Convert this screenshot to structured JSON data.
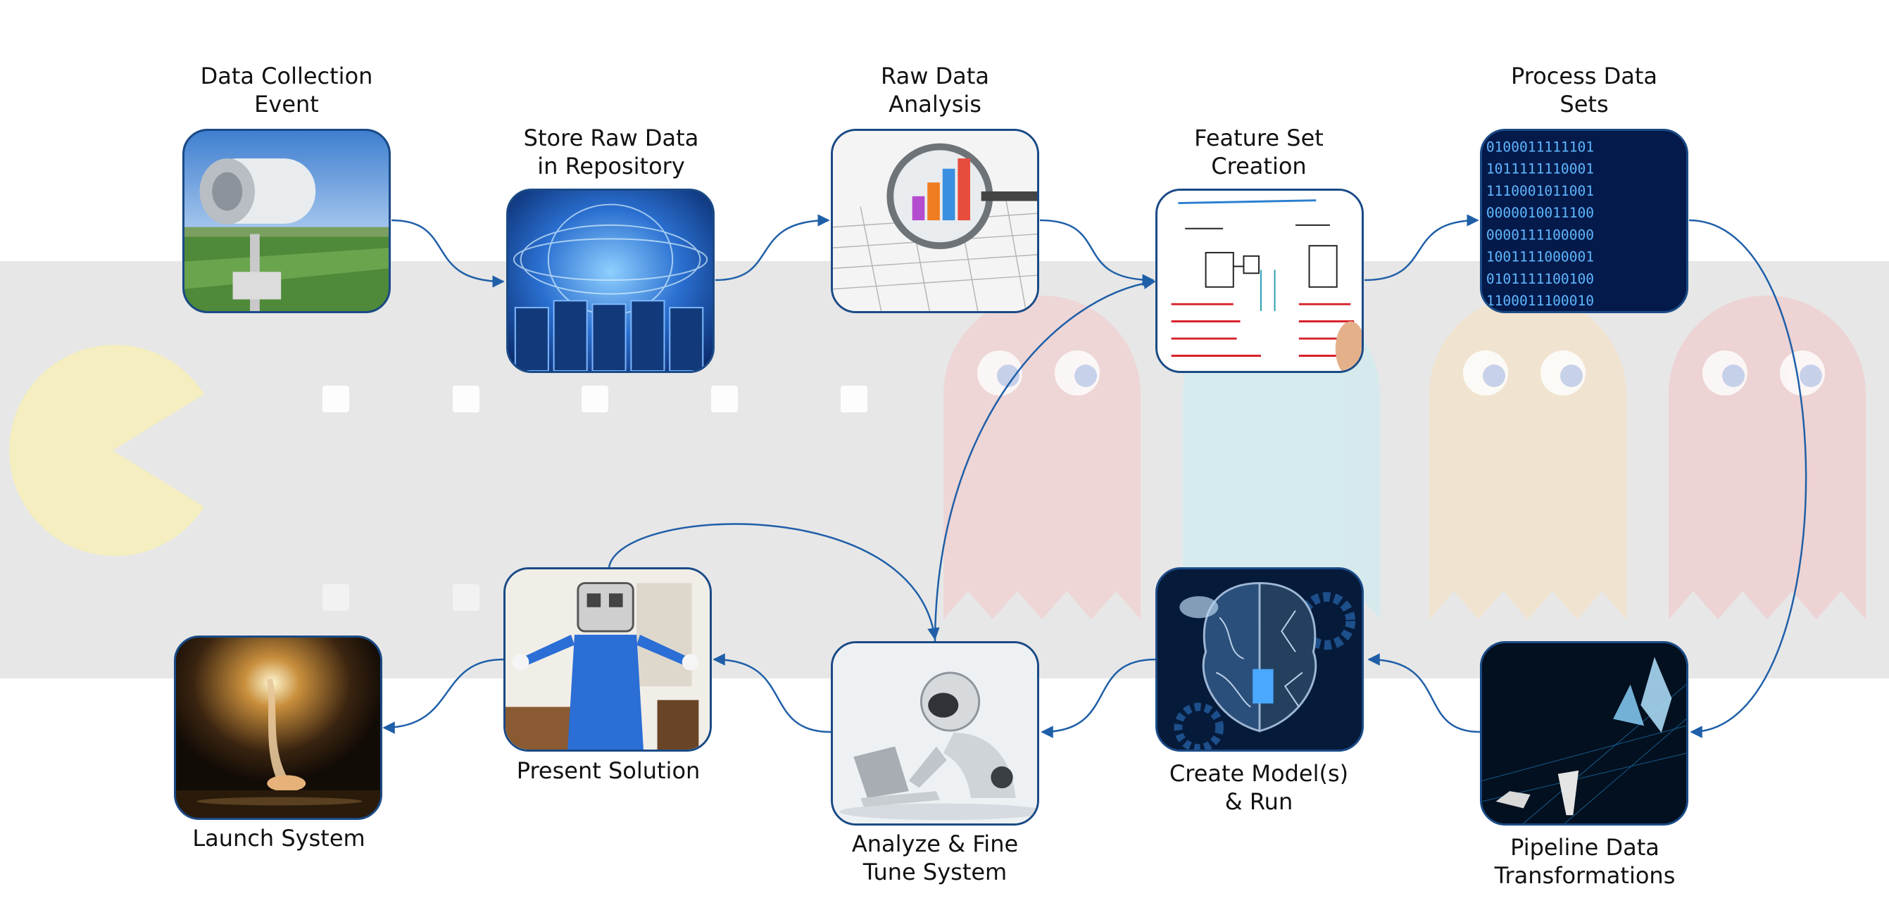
{
  "diagram": {
    "nodes": [
      {
        "id": "data-collection",
        "lines": [
          "Data Collection",
          "Event"
        ]
      },
      {
        "id": "store-raw",
        "lines": [
          "Store Raw Data",
          "in Repository"
        ]
      },
      {
        "id": "raw-analysis",
        "lines": [
          "Raw Data",
          "Analysis"
        ]
      },
      {
        "id": "feature-set",
        "lines": [
          "Feature Set",
          "Creation"
        ]
      },
      {
        "id": "process-data",
        "lines": [
          "Process Data",
          "Sets"
        ]
      },
      {
        "id": "pipeline",
        "lines": [
          "Pipeline Data",
          "Transformations"
        ]
      },
      {
        "id": "create-model",
        "lines": [
          "Create Model(s)",
          "& Run"
        ]
      },
      {
        "id": "analyze-tune",
        "lines": [
          "Analyze & Fine",
          "Tune System"
        ]
      },
      {
        "id": "present",
        "lines": [
          "Present Solution"
        ]
      },
      {
        "id": "launch",
        "lines": [
          "Launch System"
        ]
      }
    ],
    "edges": [
      {
        "from": "data-collection",
        "to": "store-raw"
      },
      {
        "from": "store-raw",
        "to": "raw-analysis"
      },
      {
        "from": "raw-analysis",
        "to": "feature-set"
      },
      {
        "from": "feature-set",
        "to": "process-data"
      },
      {
        "from": "process-data",
        "to": "pipeline"
      },
      {
        "from": "pipeline",
        "to": "create-model"
      },
      {
        "from": "create-model",
        "to": "analyze-tune"
      },
      {
        "from": "analyze-tune",
        "to": "feature-set"
      },
      {
        "from": "analyze-tune",
        "to": "present"
      },
      {
        "from": "present",
        "to": "analyze-tune"
      },
      {
        "from": "present",
        "to": "launch"
      }
    ],
    "colors": {
      "card_border": "#1a4a86",
      "arrow": "#1f5fa8",
      "band": "#e7e7e7"
    }
  }
}
